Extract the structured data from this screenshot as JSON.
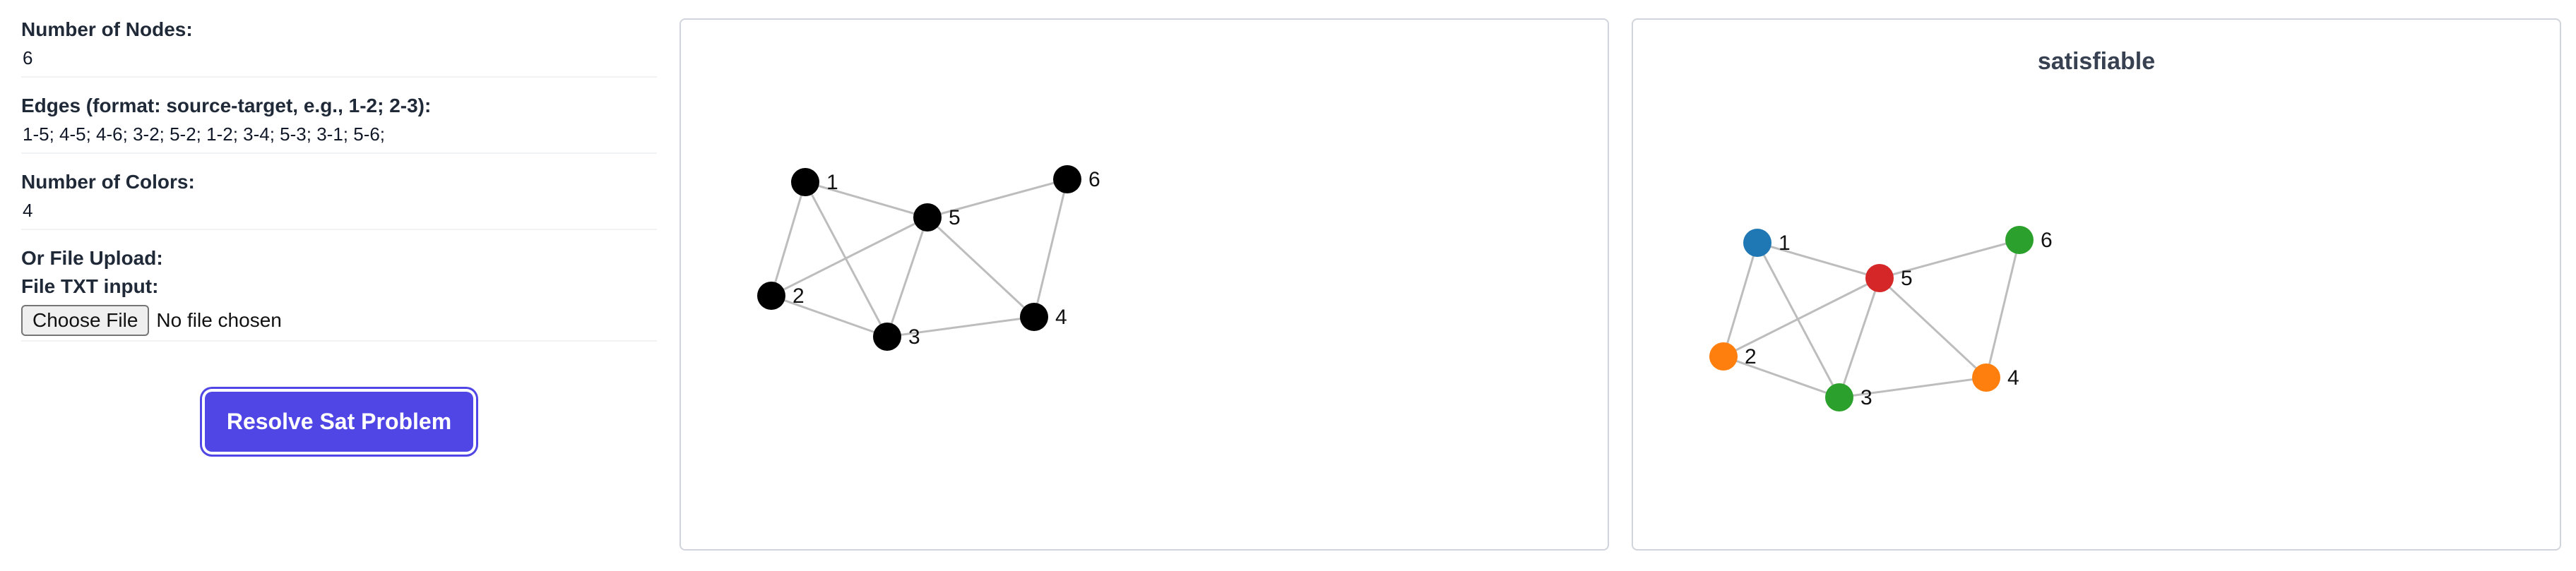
{
  "form": {
    "nodes_label": "Number of Nodes:",
    "nodes_value": "6",
    "edges_label": "Edges (format: source-target, e.g., 1-2; 2-3):",
    "edges_value": "1-5; 4-5; 4-6; 3-2; 5-2; 1-2; 3-4; 5-3; 3-1; 5-6;",
    "colors_label": "Number of Colors:",
    "colors_value": "4",
    "upload_label": "Or File Upload:",
    "file_label": "File TXT input:",
    "choose_file": "Choose File",
    "file_status": "No file chosen",
    "submit": "Resolve Sat Problem"
  },
  "input_graph": {
    "nodes": [
      "1",
      "2",
      "3",
      "4",
      "5",
      "6"
    ],
    "edges": [
      [
        "1",
        "5"
      ],
      [
        "4",
        "5"
      ],
      [
        "4",
        "6"
      ],
      [
        "3",
        "2"
      ],
      [
        "5",
        "2"
      ],
      [
        "1",
        "2"
      ],
      [
        "3",
        "4"
      ],
      [
        "5",
        "3"
      ],
      [
        "3",
        "1"
      ],
      [
        "5",
        "6"
      ]
    ],
    "node_color": "#000000"
  },
  "result": {
    "title": "satisfiable",
    "colors": {
      "1": "#1f77b4",
      "2": "#ff7f0e",
      "3": "#2ca02c",
      "4": "#ff7f0e",
      "5": "#d62728",
      "6": "#2ca02c"
    }
  },
  "edge_color": "#bdbdbd"
}
